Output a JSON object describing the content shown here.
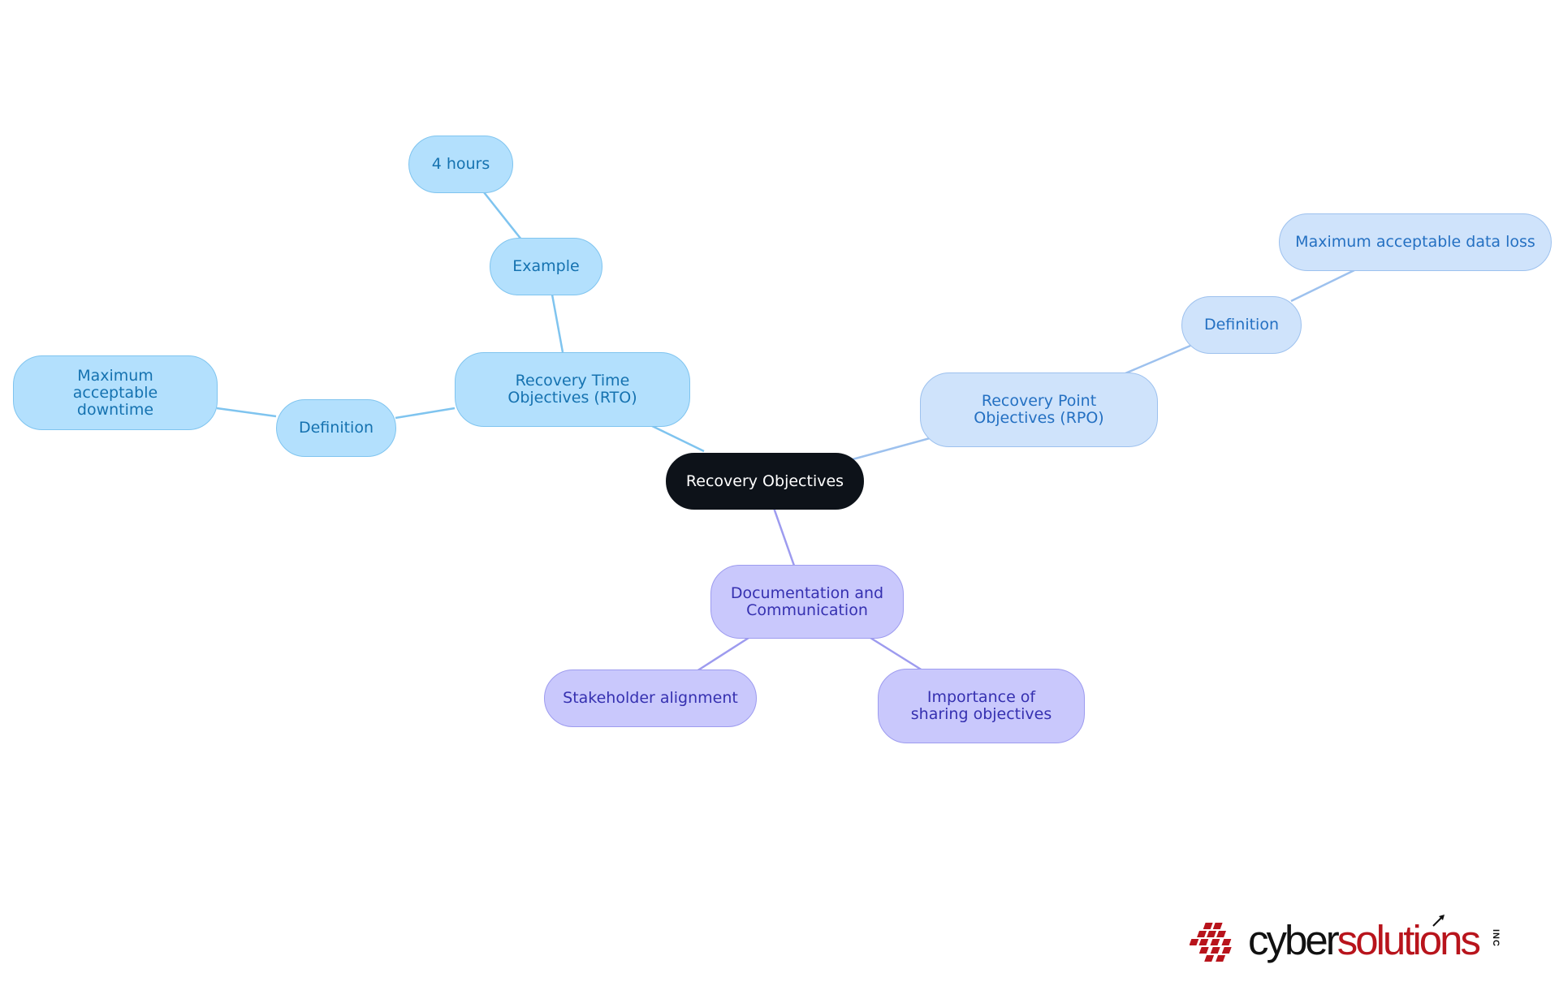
{
  "diagram": {
    "root": {
      "label": "Recovery Objectives"
    },
    "rto": {
      "label": "Recovery Time Objectives (RTO)",
      "definition": "Definition",
      "definition_detail": "Maximum acceptable downtime",
      "example": "Example",
      "example_detail": "4 hours"
    },
    "rpo": {
      "label": "Recovery Point Objectives (RPO)",
      "definition": "Definition",
      "definition_detail": "Maximum acceptable data loss"
    },
    "doc": {
      "label": "Documentation and Communication",
      "child_1": "Stakeholder alignment",
      "child_2": "Importance of sharing objectives"
    },
    "colors": {
      "rto_branch": "#7fc4ef",
      "rpo_branch": "#9dc1ee",
      "doc_branch": "#9d9bef",
      "root_fill": "#0d1219"
    }
  },
  "logo": {
    "part1": "cyber",
    "part2": "solutions",
    "suffix": "INC"
  }
}
